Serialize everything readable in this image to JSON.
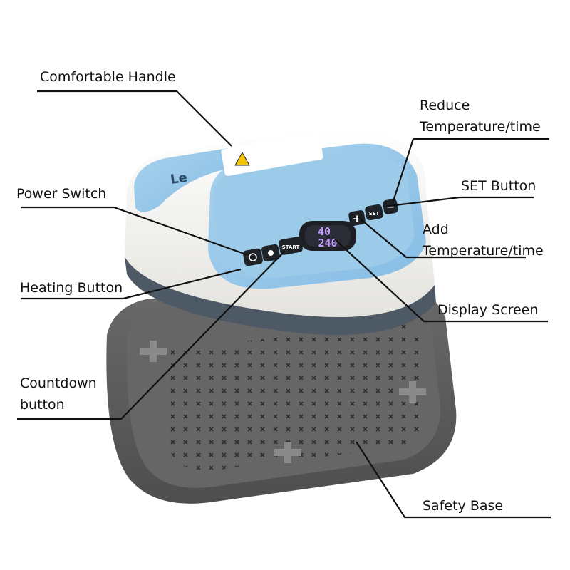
{
  "colors": {
    "shell": "#f4f3ef",
    "accent_blue": "#8ec3e6",
    "accent_blue_light": "#a9d2ee",
    "base_gray": "#5f5f5f",
    "base_gray_dark": "#4a4a4a",
    "line": "#111111",
    "lcd_glow": "#c79cff"
  },
  "labels": {
    "comfortable_handle": "Comfortable Handle",
    "reduce_line1": "Reduce",
    "reduce_line2": "Temperature/time",
    "set_button": "SET Button",
    "power_switch": "Power Switch",
    "add_line1": "Add",
    "add_line2": "Temperature/time",
    "heating_button": "Heating Button",
    "display_screen": "Display Screen",
    "countdown_line1": "Countdown",
    "countdown_line2": "button",
    "safety_base": "Safety Base"
  },
  "device": {
    "display_temp": "40",
    "display_time": "240",
    "start_label": "START",
    "set_label": "SET",
    "plus_symbol": "+",
    "minus_symbol": "−",
    "brand": "Le"
  },
  "icons": [
    "power-icon",
    "hand-icon",
    "warning-icon"
  ]
}
